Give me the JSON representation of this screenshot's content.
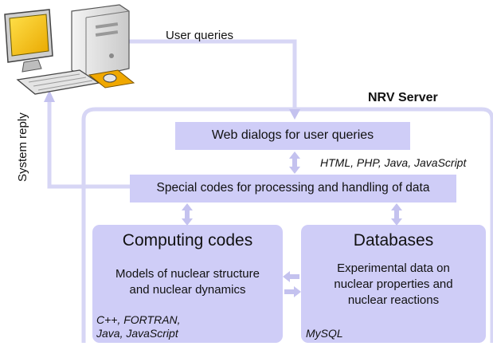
{
  "server": {
    "title": "NRV Server"
  },
  "connections": {
    "user_queries": "User queries",
    "system_reply": "System reply"
  },
  "web_dialogs": {
    "title": "Web dialogs for user queries",
    "tech": "HTML, PHP, Java, JavaScript"
  },
  "special_codes": {
    "title": "Special codes for processing and handling of data"
  },
  "computing": {
    "title": "Computing codes",
    "desc_line1": "Models of nuclear structure",
    "desc_line2": "and nuclear dynamics",
    "tech_line1": "C++, FORTRAN,",
    "tech_line2": "Java, JavaScript"
  },
  "databases": {
    "title": "Databases",
    "desc_line1": "Experimental data on",
    "desc_line2": "nuclear properties and",
    "desc_line3": "nuclear reactions",
    "tech": "MySQL"
  },
  "colors": {
    "box_fill": "#cfcdf7",
    "line": "#d7d6f5",
    "arrow": "#c4c2ef",
    "monitor_screen": "#f2c200"
  },
  "icons": [
    "computer-icon",
    "keyboard-icon",
    "mouse-icon"
  ]
}
